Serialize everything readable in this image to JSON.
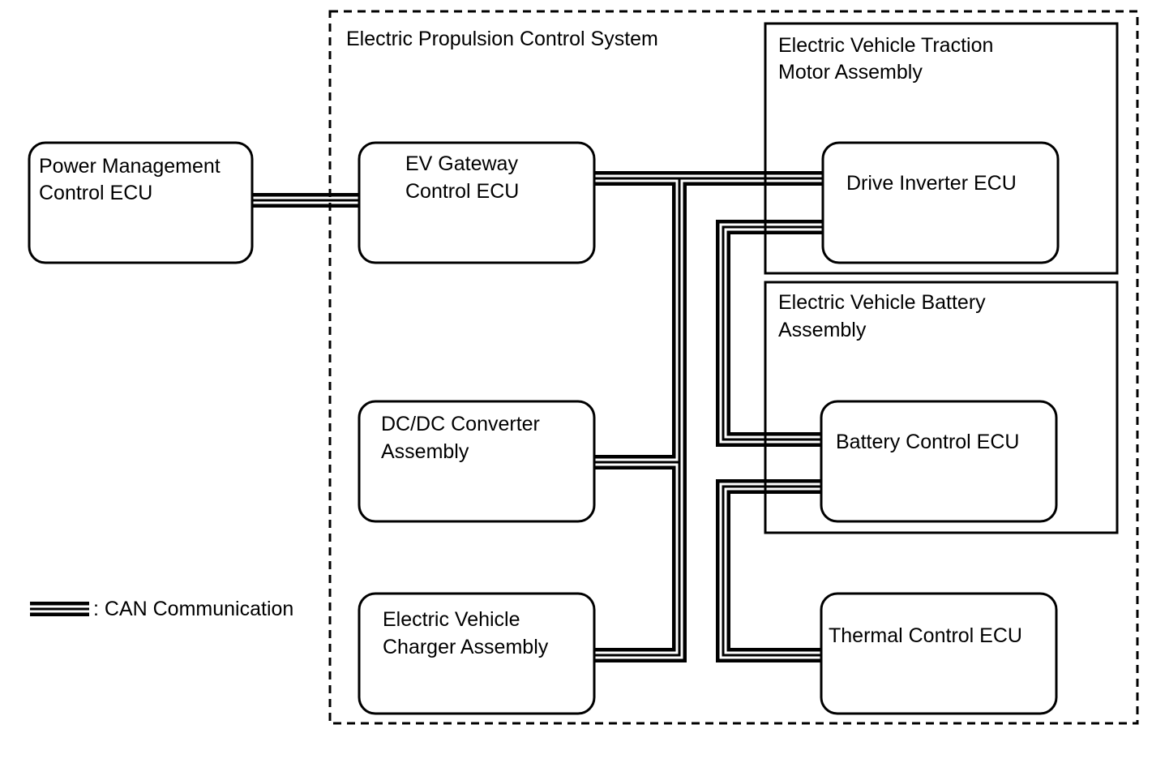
{
  "system": {
    "title": "Electric Propulsion Control System"
  },
  "assemblies": {
    "traction_motor": {
      "line1": "Electric Vehicle Traction",
      "line2": "Motor Assembly"
    },
    "battery": {
      "line1": "Electric Vehicle Battery",
      "line2": "Assembly"
    }
  },
  "nodes": {
    "power_management": {
      "line1": "Power Management",
      "line2": "Control ECU"
    },
    "ev_gateway": {
      "line1": "EV Gateway",
      "line2": "Control ECU"
    },
    "dcdc_converter": {
      "line1": "DC/DC Converter",
      "line2": "Assembly"
    },
    "ev_charger": {
      "line1": "Electric Vehicle",
      "line2": "Charger Assembly"
    },
    "drive_inverter": {
      "line1": "Drive Inverter ECU"
    },
    "battery_control": {
      "line1": "Battery Control ECU"
    },
    "thermal_control": {
      "line1": "Thermal Control ECU"
    }
  },
  "legend": {
    "label": ": CAN Communication"
  },
  "colors": {
    "line": "#000000",
    "background": "#ffffff"
  }
}
